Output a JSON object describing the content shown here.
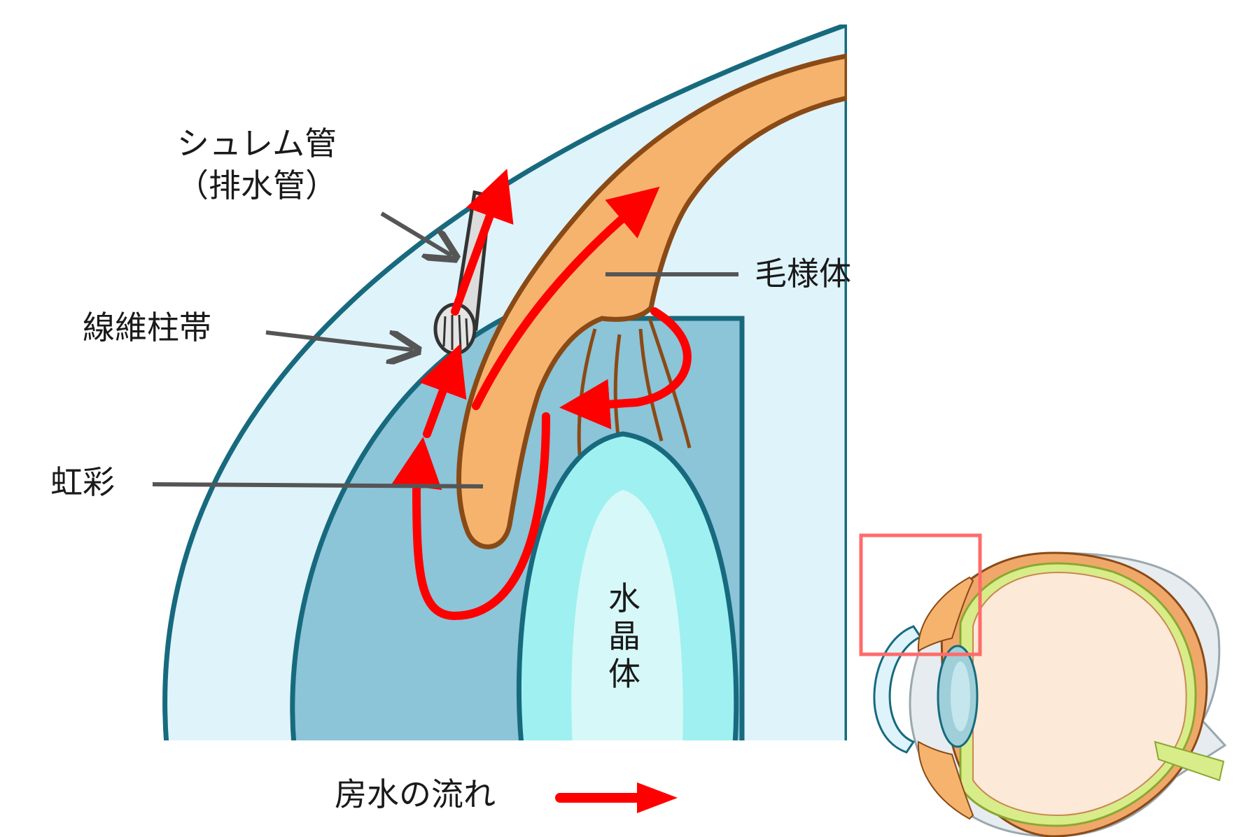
{
  "labels": {
    "schlemm_line1": "シュレム管",
    "schlemm_line2": "（排水管）",
    "trabecular": "線維柱帯",
    "iris": "虹彩",
    "ciliary": "毛様体",
    "lens_chars": [
      "水",
      "晶",
      "体"
    ],
    "legend": "房水の流れ"
  },
  "colors": {
    "cornea_fill": "#dff3fb",
    "cornea_stroke": "#176a7e",
    "anterior_fill": "#8cc4d8",
    "iris_fill": "#f6b36e",
    "iris_stroke": "#8a4a16",
    "lens_fill": "#9ff0f0",
    "lens_core": "#d7f8f8",
    "flow_arrow": "#ff0000",
    "leader": "#555555",
    "inset_box": "#ff6b6b"
  },
  "icons": [
    "schlemm-canal-tube-icon",
    "flow-arrow-icon",
    "eye-cross-section-icon"
  ]
}
